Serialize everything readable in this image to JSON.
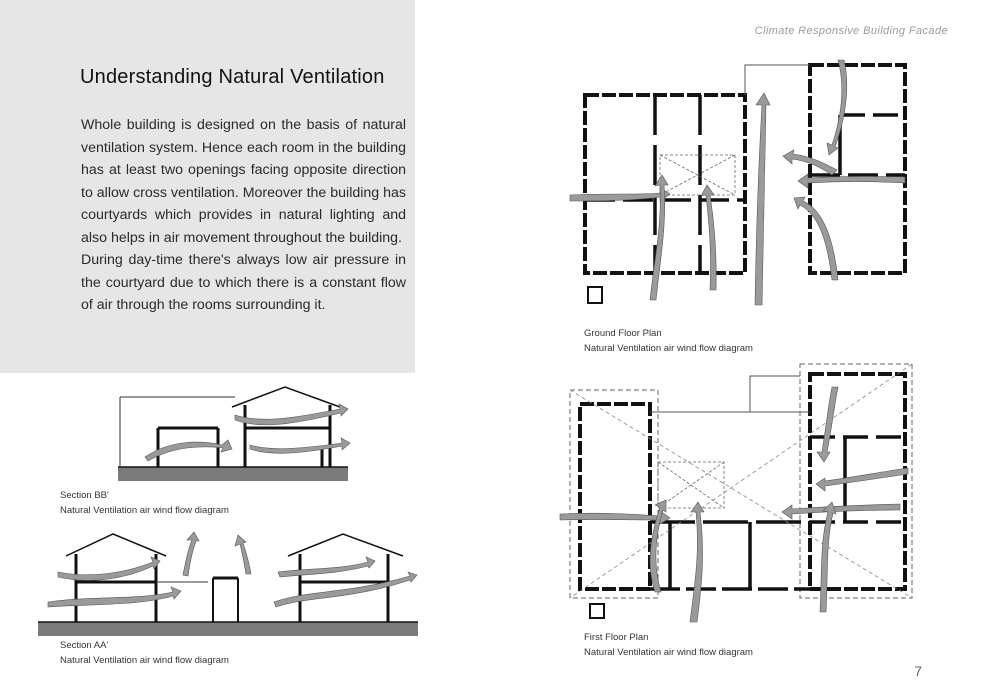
{
  "header": {
    "title": "Climate Responsive Building Facade"
  },
  "section": {
    "title": "Understanding Natural Ventilation",
    "paragraphs": [
      "Whole building is designed on the basis of natural ventilation system. Hence each room in the building has at least two openings facing opposite direction to allow cross ventilation. Moreover the building has courtyards which provides in natural lighting and also helps in air movement throughout the building.",
      "During day-time there's always low air pressure in the courtyard due to which there is a constant flow of air through the rooms surrounding it."
    ]
  },
  "figures": {
    "section_bb": {
      "title": "Section BB'",
      "subtitle": "Natural Ventilation air wind flow diagram"
    },
    "section_aa": {
      "title": "Section AA'",
      "subtitle": "Natural Ventilation air wind flow diagram"
    },
    "ground_floor": {
      "title": "Ground Floor Plan",
      "subtitle": "Natural Ventilation air wind flow diagram"
    },
    "first_floor": {
      "title": "First Floor Plan",
      "subtitle": "Natural Ventilation air wind flow diagram"
    }
  },
  "page_number": "7",
  "colors": {
    "panel": "#e6e6e6",
    "airflow": "#999999",
    "walls": "#111111"
  }
}
